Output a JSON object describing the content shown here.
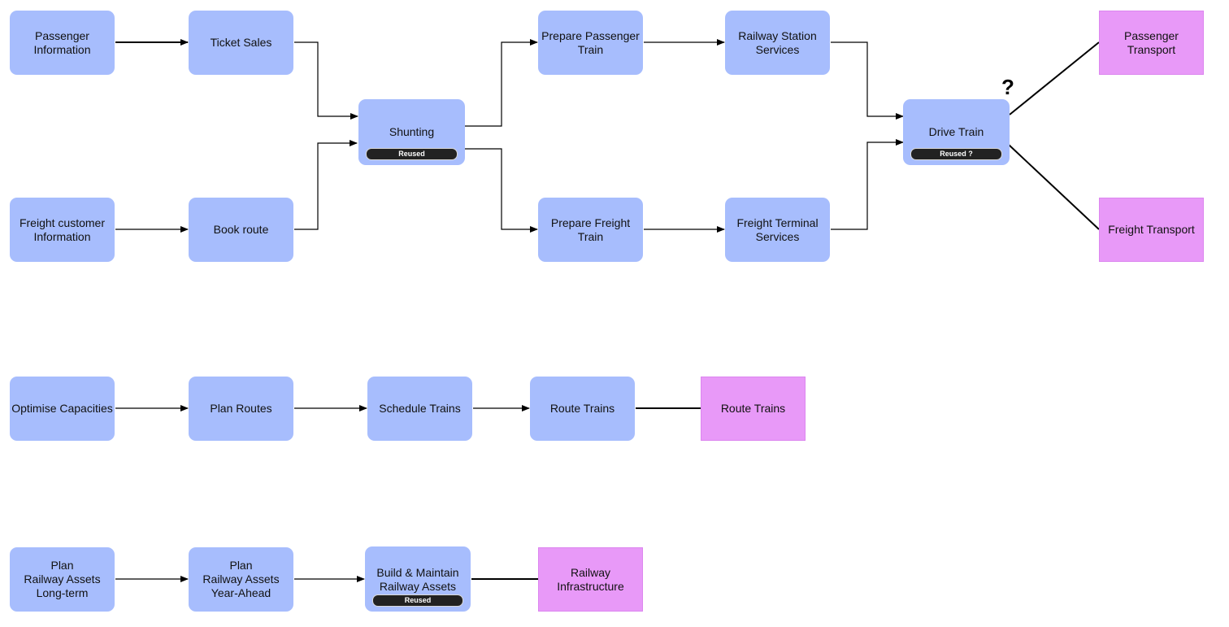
{
  "processes": {
    "passenger_info": "Passenger\nInformation",
    "ticket_sales": "Ticket Sales",
    "freight_customer_info": "Freight customer\nInformation",
    "book_route": "Book route",
    "shunting": "Shunting",
    "prepare_passenger_train": "Prepare Passenger\nTrain",
    "prepare_freight_train": "Prepare  Freight\nTrain",
    "railway_station_services": "Railway Station\nServices",
    "freight_terminal_services": "Freight Terminal\nServices",
    "drive_train": "Drive Train",
    "optimise_capacities": "Optimise Capacities",
    "plan_routes": "Plan Routes",
    "schedule_trains": "Schedule Trains",
    "route_trains": "Route Trains",
    "plan_assets_long_term": "Plan\nRailway Assets\nLong-term",
    "plan_assets_year_ahead": "Plan\nRailway Assets\nYear-Ahead",
    "build_maintain_assets": "Build & Maintain\nRailway Assets"
  },
  "badges": {
    "shunting": "Reused",
    "drive_train": "Reused ?",
    "build_maintain": "Reused"
  },
  "outcomes": {
    "passenger_transport": "Passenger\nTransport",
    "freight_transport": "Freight Transport",
    "route_trains": "Route Trains",
    "railway_infrastructure": "Railway\nInfrastructure"
  },
  "annotations": {
    "drive_train_question": "?"
  },
  "colors": {
    "process_fill": "#a7bdfd",
    "outcome_fill": "#e899f8",
    "badge_fill": "#222222",
    "connector": "#000000"
  }
}
